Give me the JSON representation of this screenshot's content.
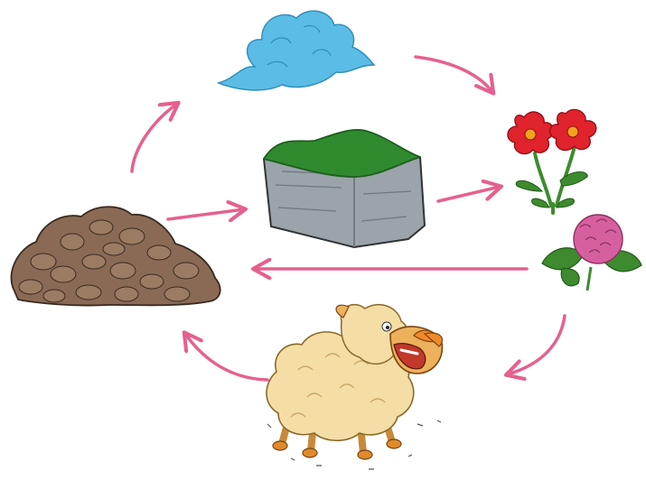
{
  "diagram": {
    "nodes": [
      {
        "id": "cloud",
        "icon": "cloud-icon"
      },
      {
        "id": "flowers",
        "icon": "flower-icon"
      },
      {
        "id": "clover",
        "icon": "clover-flower-icon"
      },
      {
        "id": "sheep",
        "icon": "sheep-icon"
      },
      {
        "id": "soil",
        "icon": "soil-pile-icon"
      },
      {
        "id": "turf",
        "icon": "turf-block-icon"
      }
    ],
    "arrows": [
      {
        "from": "soil",
        "to": "cloud"
      },
      {
        "from": "cloud",
        "to": "flowers"
      },
      {
        "from": "turf",
        "to": "flowers"
      },
      {
        "from": "soil",
        "to": "turf"
      },
      {
        "from": "clover",
        "to": "soil"
      },
      {
        "from": "clover",
        "to": "sheep"
      },
      {
        "from": "sheep",
        "to": "soil"
      }
    ]
  },
  "colors": {
    "arrow": "#e5608f",
    "cloud": "#5bbde6",
    "grass": "#2f8a2e",
    "stone": "#9aa4aa",
    "petal_red": "#e0232c",
    "clover": "#d6609f",
    "leaf": "#3e8b2f",
    "soil": "#8a6a55",
    "wool": "#f4dea6",
    "sheep_face": "#ecb15a",
    "outline": "#333333"
  }
}
